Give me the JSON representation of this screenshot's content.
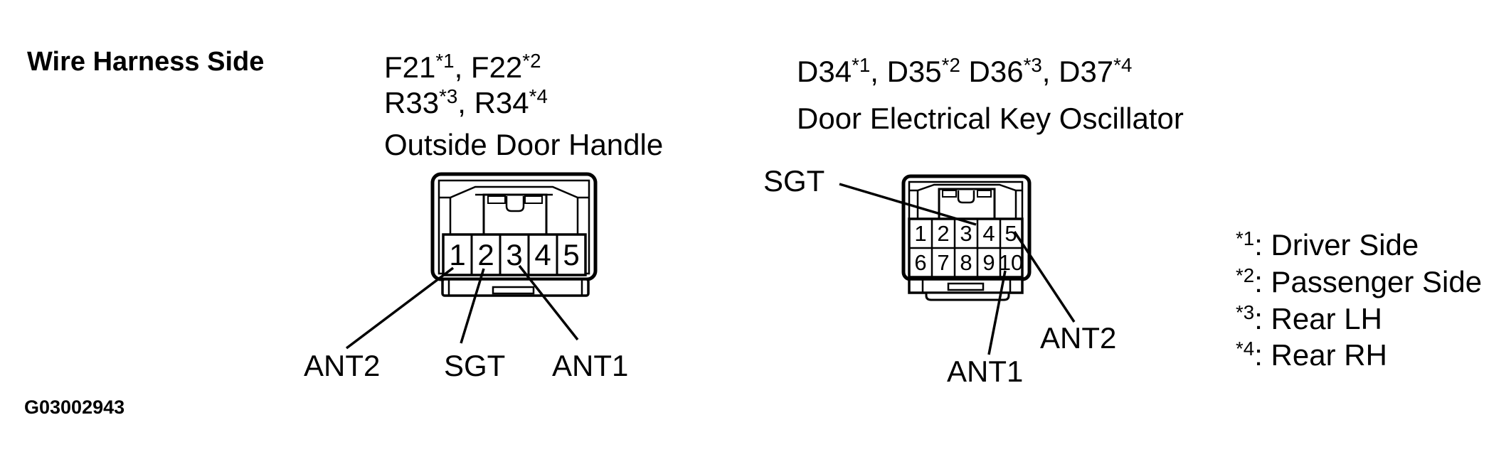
{
  "page": {
    "title": "Wire Harness Side",
    "figure_code": "G03002943"
  },
  "left_connector": {
    "codes_line1": "F21*1, F22*2",
    "codes_line2": "R33*3, R34*4",
    "name": "Outside Door Handle",
    "pins": [
      "1",
      "2",
      "3",
      "4",
      "5"
    ],
    "pin_labels": [
      {
        "pin": "1",
        "label": "ANT2"
      },
      {
        "pin": "2",
        "label": "SGT"
      },
      {
        "pin": "3",
        "label": "ANT1"
      }
    ]
  },
  "right_connector": {
    "codes_line1": "D34*1, D35*2 D36*3, D37*4",
    "name": "Door Electrical Key Oscillator",
    "pins": [
      "1",
      "2",
      "3",
      "4",
      "5",
      "6",
      "7",
      "8",
      "9",
      "10"
    ],
    "pin_labels": [
      {
        "pin": "3",
        "label": "SGT"
      },
      {
        "pin": "10",
        "label": "ANT1"
      },
      {
        "pin": "5",
        "label": "ANT2"
      }
    ]
  },
  "legend": {
    "items": [
      "*1: Driver Side",
      "*2: Passenger Side",
      "*3: Rear LH",
      "*4: Rear RH"
    ]
  },
  "colors": {
    "ink": "#000000",
    "background": "#ffffff"
  }
}
